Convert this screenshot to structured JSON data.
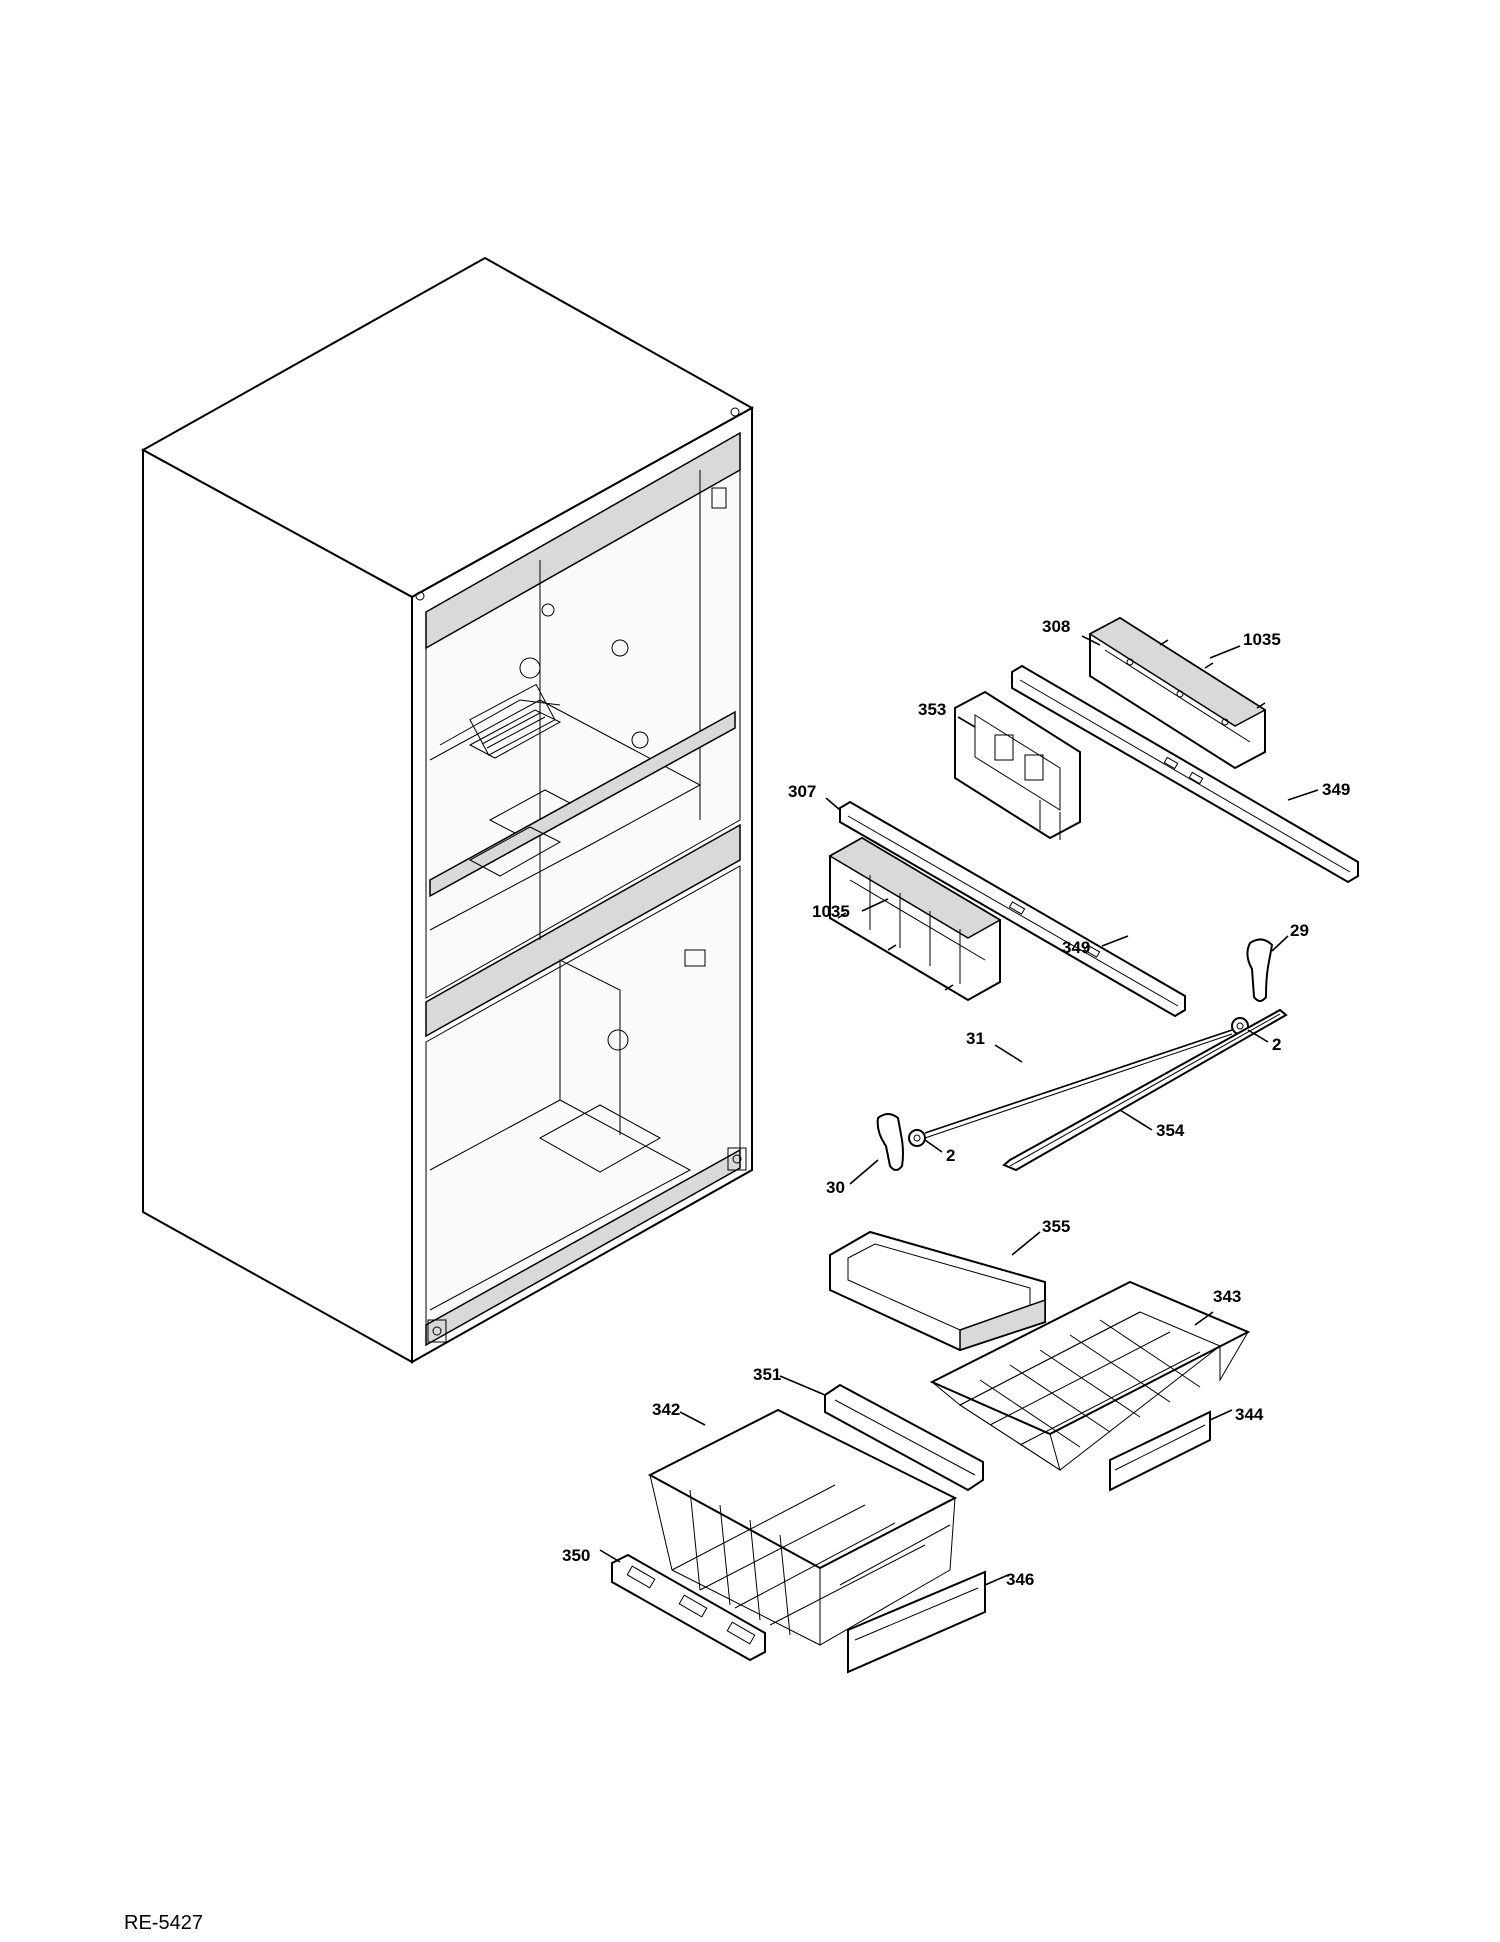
{
  "document_ref": "RE-5427",
  "callouts": [
    {
      "id": "c308",
      "text": "308"
    },
    {
      "id": "c1035a",
      "text": "1035"
    },
    {
      "id": "c353",
      "text": "353"
    },
    {
      "id": "c307",
      "text": "307"
    },
    {
      "id": "c349a",
      "text": "349"
    },
    {
      "id": "c1035b",
      "text": "1035"
    },
    {
      "id": "c349b",
      "text": "349"
    },
    {
      "id": "c29",
      "text": "29"
    },
    {
      "id": "c2a",
      "text": "2"
    },
    {
      "id": "c31",
      "text": "31"
    },
    {
      "id": "c354",
      "text": "354"
    },
    {
      "id": "c2b",
      "text": "2"
    },
    {
      "id": "c30",
      "text": "30"
    },
    {
      "id": "c355",
      "text": "355"
    },
    {
      "id": "c343",
      "text": "343"
    },
    {
      "id": "c351",
      "text": "351"
    },
    {
      "id": "c342",
      "text": "342"
    },
    {
      "id": "c344",
      "text": "344"
    },
    {
      "id": "c350",
      "text": "350"
    },
    {
      "id": "c346",
      "text": "346"
    }
  ]
}
